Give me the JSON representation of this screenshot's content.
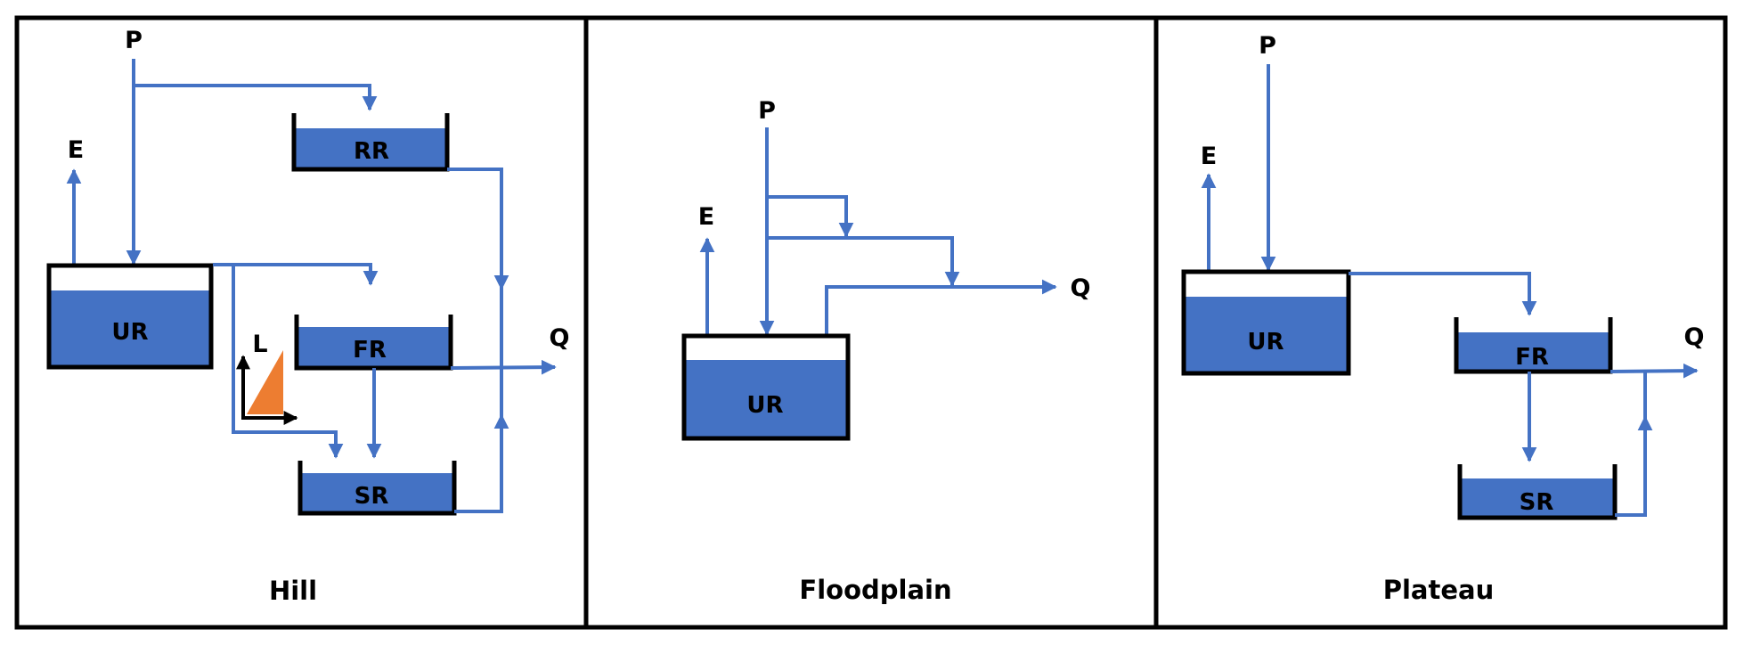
{
  "figure": {
    "colors": {
      "flow": "#4472C4",
      "water": "#4472C4",
      "outline": "#000000",
      "ramp": "#ED7D31"
    },
    "panels": [
      {
        "title": "Hill",
        "fluxes": {
          "precip": "P",
          "evap": "E",
          "discharge": "Q",
          "lag": "L"
        },
        "reservoirs": {
          "unsaturated": "UR",
          "riparian": "RR",
          "fast": "FR",
          "slow": "SR"
        }
      },
      {
        "title": "Floodplain",
        "fluxes": {
          "precip": "P",
          "evap": "E",
          "discharge": "Q"
        },
        "reservoirs": {
          "unsaturated": "UR"
        }
      },
      {
        "title": "Plateau",
        "fluxes": {
          "precip": "P",
          "evap": "E",
          "discharge": "Q"
        },
        "reservoirs": {
          "unsaturated": "UR",
          "fast": "FR",
          "slow": "SR"
        }
      }
    ]
  }
}
